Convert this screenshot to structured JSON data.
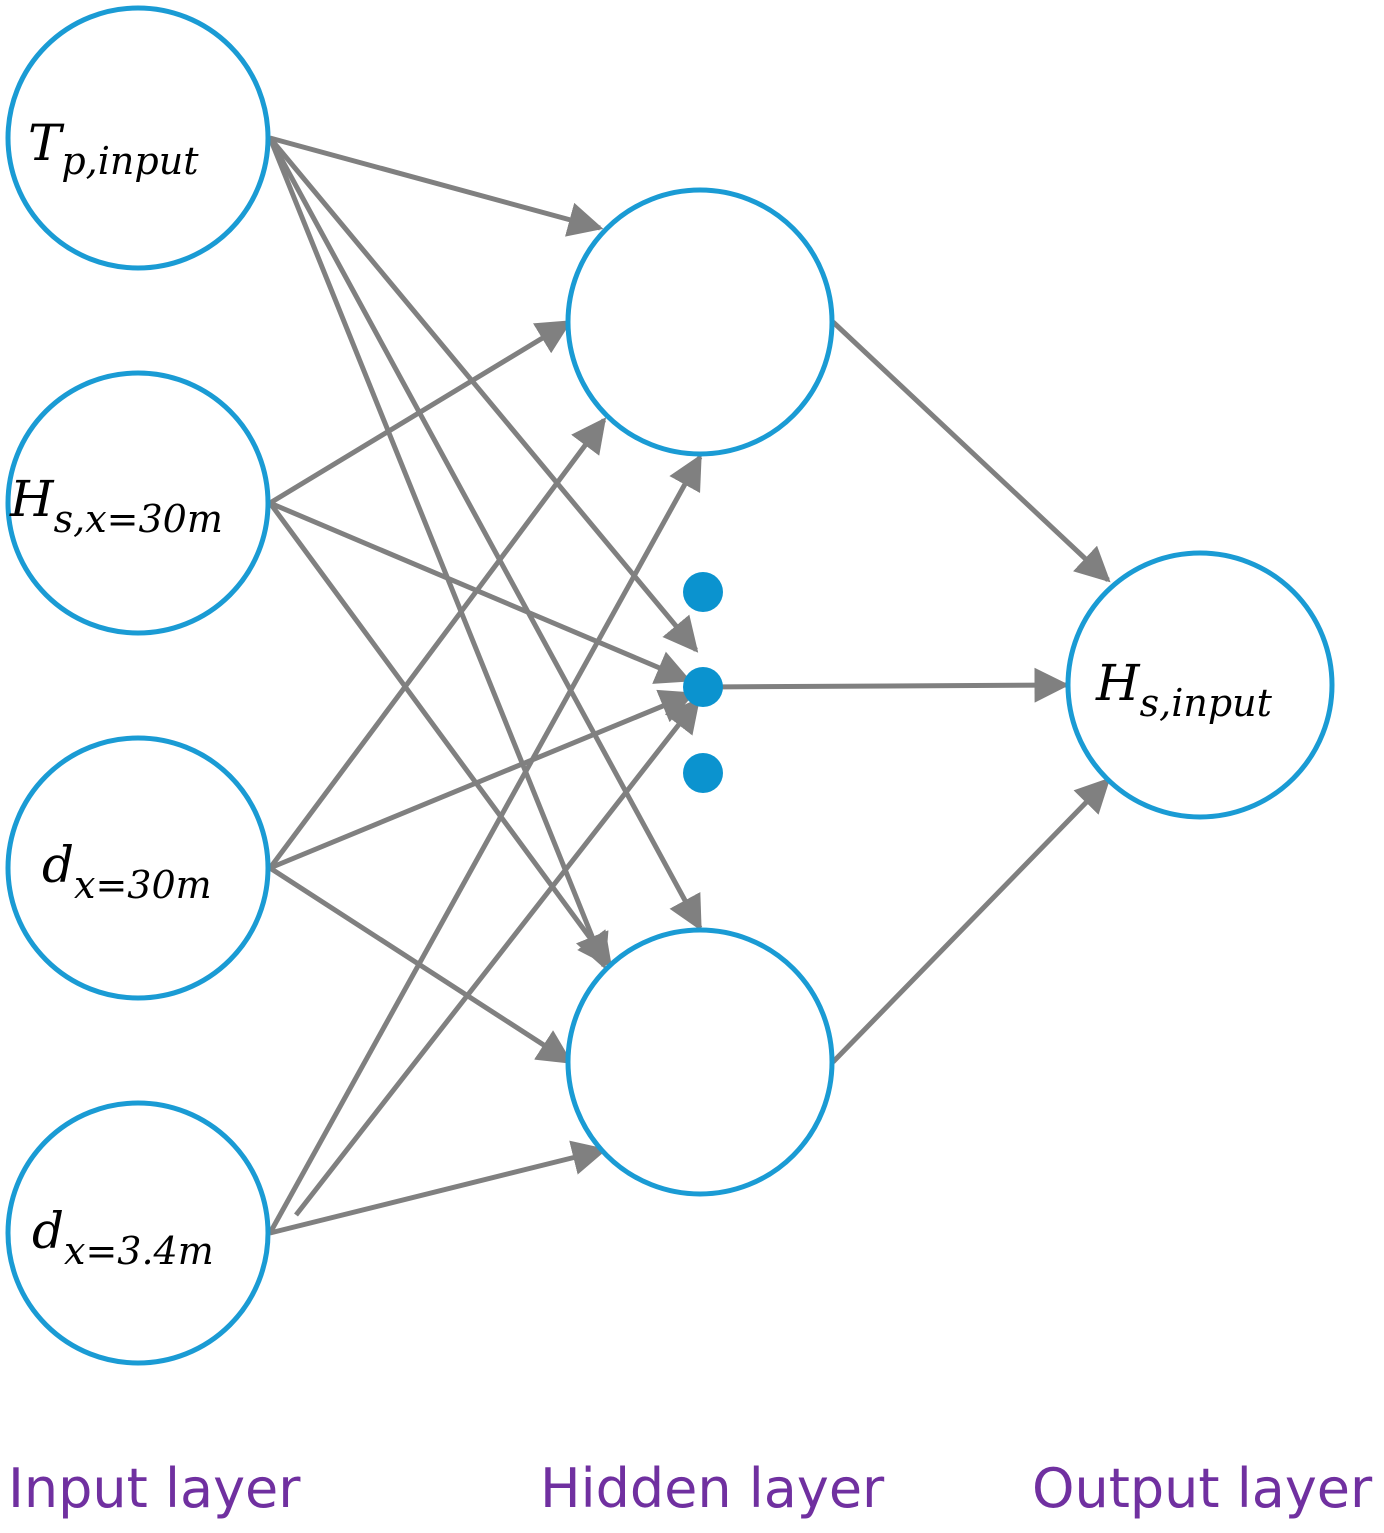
{
  "nodes": {
    "input_1": {
      "main": "T",
      "sub": "p,input"
    },
    "input_2": {
      "main": "H",
      "sub": "s,x=30m"
    },
    "input_3": {
      "main": "d",
      "sub": "x=30m"
    },
    "input_4": {
      "main": "d",
      "sub": "x=3.4m"
    },
    "output_1": {
      "main": "H",
      "sub": "s,input"
    }
  },
  "labels": {
    "input_layer": "Input layer",
    "hidden_layer": "Hidden layer",
    "output_layer": "Output layer"
  },
  "colors": {
    "node_outline": "#1a9bd4",
    "edge": "#808080",
    "ellipsis_dot": "#0b93cf",
    "layer_label": "#7030a0"
  }
}
